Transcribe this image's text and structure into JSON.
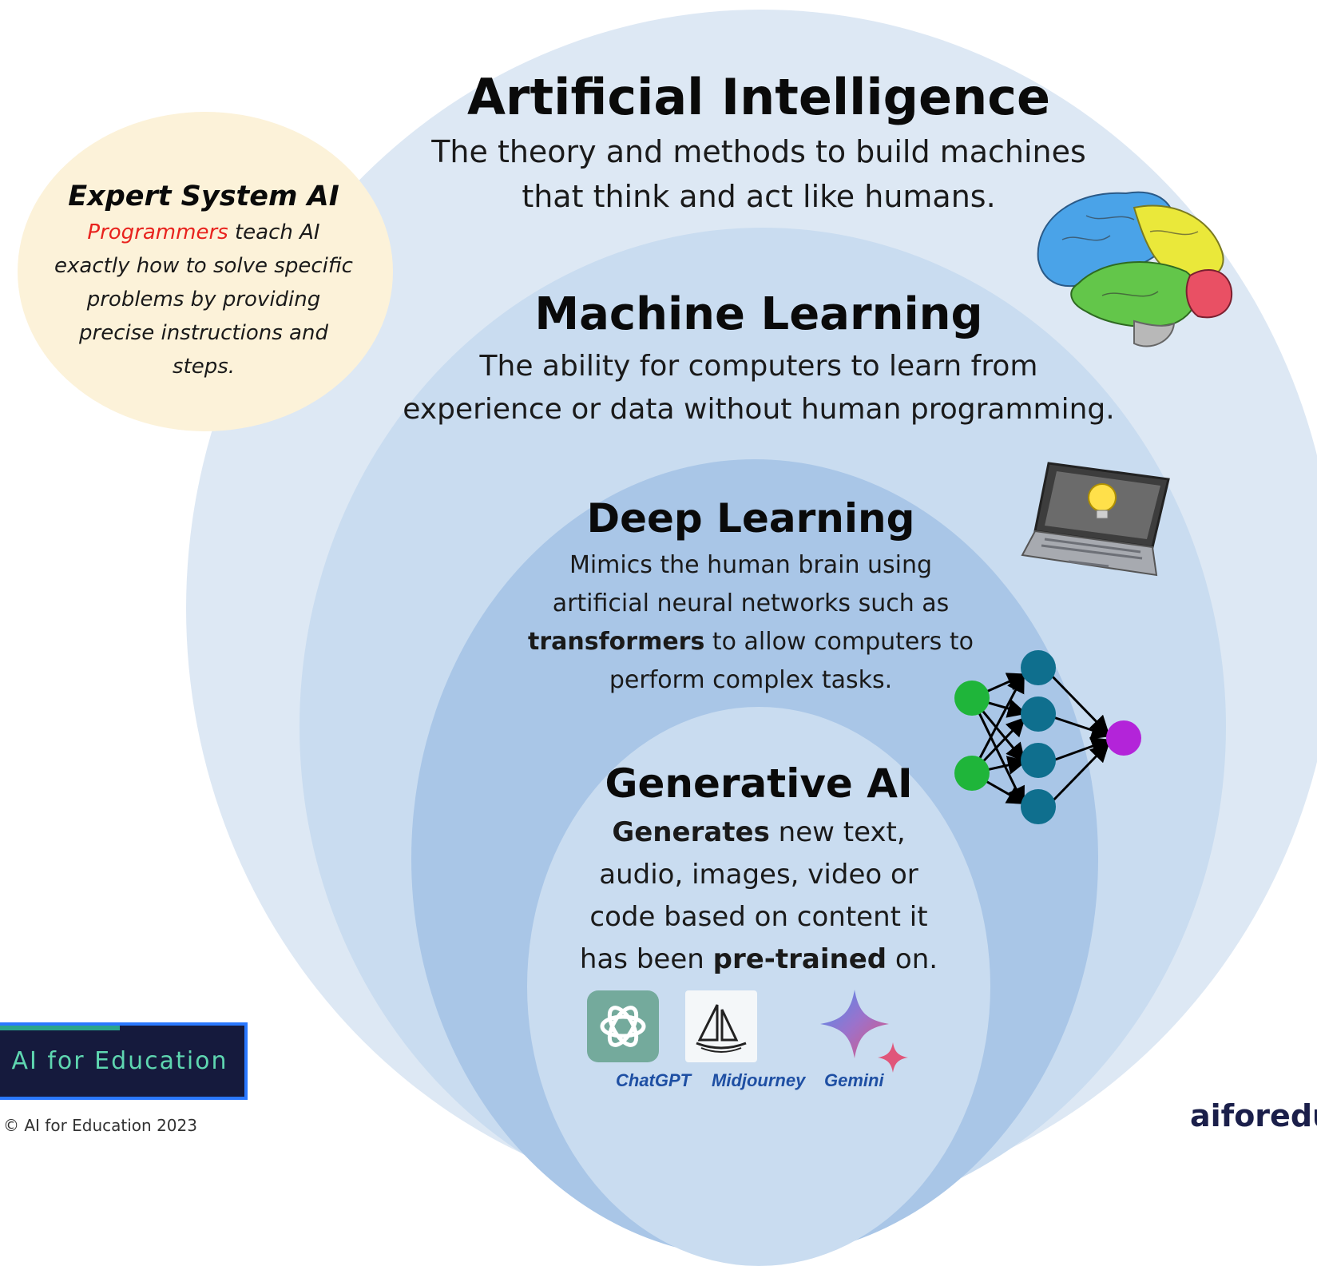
{
  "artificial_intelligence": {
    "title": "Artificial Intelligence",
    "desc_line1": "The theory and methods to build machines",
    "desc_line2": "that think and act like humans."
  },
  "machine_learning": {
    "title": "Machine Learning",
    "desc_line1": "The ability for computers to learn from",
    "desc_line2": "experience or data without human programming."
  },
  "deep_learning": {
    "title": "Deep Learning",
    "desc_line1": "Mimics the human brain using",
    "desc_line2": "artificial neural networks such as",
    "desc_line3_bold": "transformers",
    "desc_line3_rest": " to allow computers to",
    "desc_line4": "perform complex tasks."
  },
  "generative_ai": {
    "title": "Generative AI",
    "desc_line1_bold": "Generates",
    "desc_line1_rest": " new text,",
    "desc_line2": "audio, images, video or",
    "desc_line3": "code based on content it",
    "desc_line4_start": "has been ",
    "desc_line4_bold": "pre-trained",
    "desc_line4_end": " on."
  },
  "expert_system": {
    "title": "Expert System AI",
    "desc_line1_red": "Programmers",
    "desc_line1_rest": " teach AI",
    "desc_line2": "exactly how to solve specific",
    "desc_line3": "problems by providing",
    "desc_line4": "precise instructions and",
    "desc_line5": "steps."
  },
  "tools": [
    {
      "label": "ChatGPT",
      "icon": "chatgpt-logo-icon"
    },
    {
      "label": "Midjourney",
      "icon": "midjourney-logo-icon"
    },
    {
      "label": "Gemini",
      "icon": "gemini-logo-icon"
    }
  ],
  "illustrations": [
    "brain-icon",
    "laptop-lightbulb-icon",
    "neural-network-icon"
  ],
  "colors": {
    "ai_circle": "#dde8f4",
    "ml_circle": "#c9dcf0",
    "dl_circle": "#a9c6e7",
    "gen_circle": "#c9dcf0",
    "expert_circle": "#fcf2d9",
    "highlight_red": "#e8231e",
    "brand_navy": "#151a3d",
    "brand_teal": "#5ed6b0"
  },
  "brand": {
    "name": "AI for Education",
    "copyright": "© AI for Education 2023",
    "website_partial": "aiforedu"
  }
}
